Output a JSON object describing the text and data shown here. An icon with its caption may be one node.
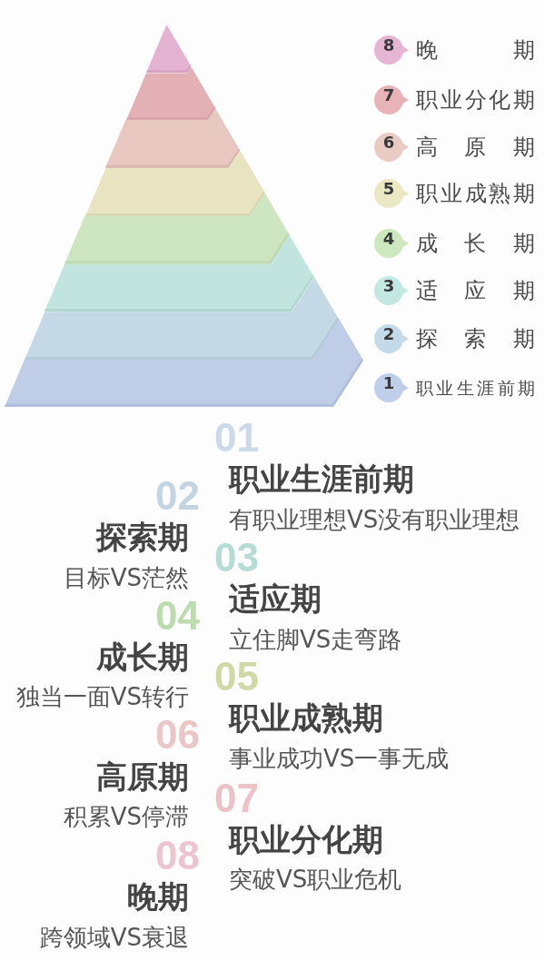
{
  "diagram": {
    "nodes": [
      {
        "text": [],
        "shape": "band"
      },
      {
        "text": [],
        "shape": "band"
      },
      {
        "text": [],
        "shape": "band"
      },
      {
        "text": [],
        "shape": "band"
      },
      {
        "text": [],
        "shape": "band"
      },
      {
        "text": [],
        "shape": "band"
      },
      {
        "text": [],
        "shape": "band"
      },
      {
        "text": [],
        "shape": "band"
      },
      {
        "text": [
          "8"
        ],
        "beside": [
          "晚 期"
        ]
      },
      {
        "text": [
          "7"
        ],
        "beside": [
          "职业分化期"
        ]
      },
      {
        "text": [
          "6"
        ],
        "beside": [
          "高 原 期"
        ]
      },
      {
        "text": [
          "5"
        ],
        "beside": [
          "职业成熟期"
        ]
      },
      {
        "text": [
          "4"
        ],
        "beside": [
          "成 长 期"
        ]
      },
      {
        "text": [
          "3"
        ],
        "beside": [
          "适 应 期"
        ]
      },
      {
        "text": [
          "2"
        ],
        "beside": [
          "探 索 期"
        ]
      },
      {
        "text": [
          "1"
        ],
        "beside": [
          "职业生涯前期"
        ]
      }
    ],
    "labels": [
      "01",
      "职业生涯前期",
      "有职业理想VS没有职业理想",
      "02",
      "探索期",
      "目标VS茫然",
      "03",
      "适应期",
      "立住脚VS走弯路",
      "04",
      "成长期",
      "独当一面VS转行",
      "05",
      "职业成熟期",
      "事业成功VS一事无成",
      "06",
      "高原期",
      "积累VS停滞",
      "07",
      "职业分化期",
      "突破VS职业危机",
      "08",
      "晚期",
      "跨领域VS衰退"
    ]
  }
}
